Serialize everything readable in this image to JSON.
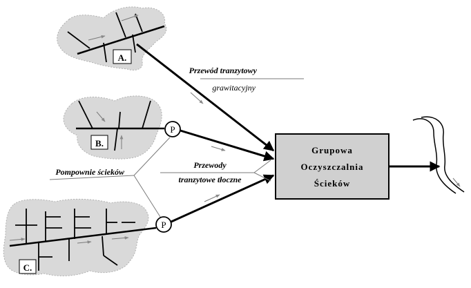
{
  "areas": {
    "a": "A.",
    "b": "B.",
    "c": "C."
  },
  "pumps": {
    "p1": "P",
    "p2": "P"
  },
  "labels": {
    "gravity_title": "Przewód tranzytowy",
    "gravity_sub": "grawitacyjny",
    "pump_stations": "Pompownie ścieków",
    "pressure_title": "Przewody",
    "pressure_sub": "tranzytowe tłoczne"
  },
  "plant": {
    "line1": "Grupowa",
    "line2": "Oczyszczalnia",
    "line3": "Ścieków"
  },
  "colors": {
    "area_fill": "#d9d9d9",
    "plant_fill": "#d0d0d0",
    "line": "#000000",
    "flow_arrow": "#7a7a7a"
  }
}
